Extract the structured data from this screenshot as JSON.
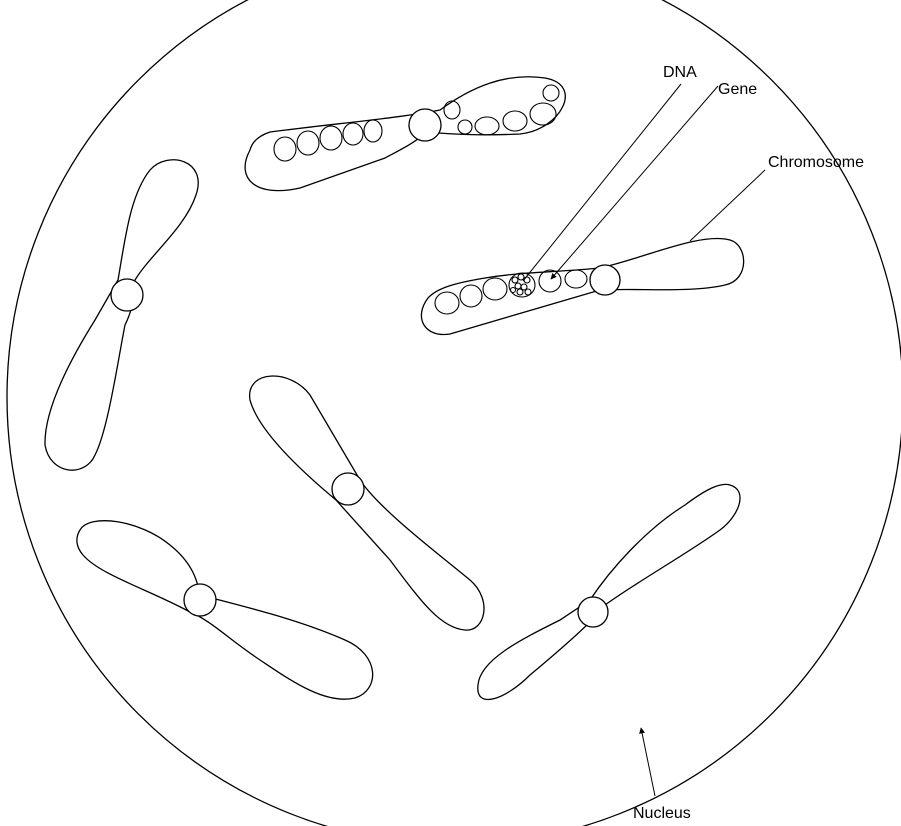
{
  "labels": {
    "dna": "DNA",
    "gene": "Gene",
    "chromosome": "Chromosome",
    "nucleus": "Nucleus"
  },
  "colors": {
    "stroke": "#000000",
    "background": "#ffffff"
  }
}
